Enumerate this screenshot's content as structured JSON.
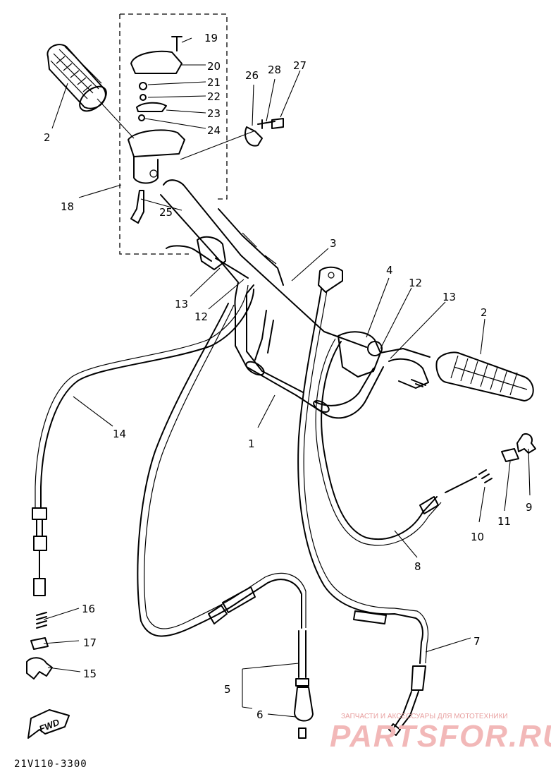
{
  "diagram": {
    "drawing_code": "21V110-3300",
    "fwd_label": "FWD",
    "watermark": {
      "caption": "ЗАПЧАСТИ И АКСЕССУАРЫ ДЛЯ МОТОТЕХНИКИ",
      "brand": "PARTSFOR.RU"
    },
    "callouts": {
      "c1": "1",
      "c2a": "2",
      "c2b": "2",
      "c3": "3",
      "c4": "4",
      "c5": "5",
      "c6": "6",
      "c7": "7",
      "c8": "8",
      "c9": "9",
      "c10": "10",
      "c11": "11",
      "c12a": "12",
      "c12b": "12",
      "c13a": "13",
      "c13b": "13",
      "c14": "14",
      "c15": "15",
      "c16": "16",
      "c17": "17",
      "c18": "18",
      "c19": "19",
      "c20": "20",
      "c21": "21",
      "c22": "22",
      "c23": "23",
      "c24": "24",
      "c25": "25",
      "c26": "26",
      "c27": "27",
      "c28": "28"
    }
  }
}
